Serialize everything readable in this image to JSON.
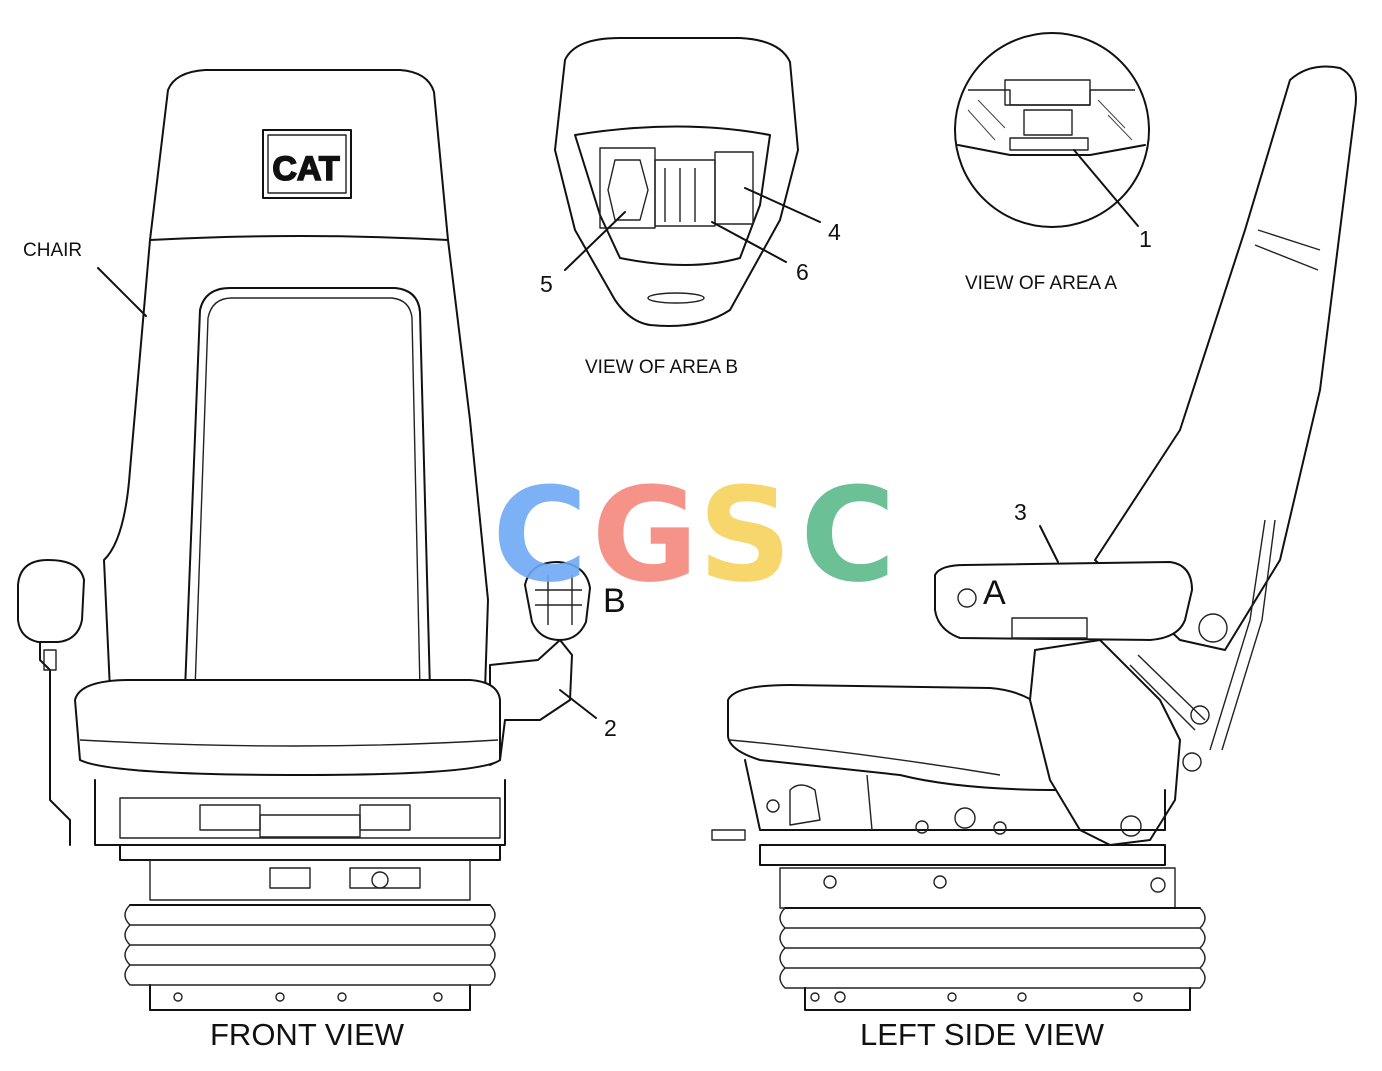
{
  "labels": {
    "chair": "CHAIR",
    "front_view": "FRONT VIEW",
    "left_side_view": "LEFT SIDE VIEW",
    "view_area_a": "VIEW OF AREA  A",
    "view_area_b": "VIEW OF AREA  B",
    "area_a_marker": "A",
    "area_b_marker": "B",
    "logo_text": "CAT"
  },
  "callouts": [
    "1",
    "2",
    "3",
    "4",
    "5",
    "6"
  ],
  "watermark": {
    "letters": [
      "C",
      "G",
      "S",
      "C"
    ],
    "colors": [
      "#6fa8f5",
      "#f4877c",
      "#f6d35b",
      "#5bb98a"
    ]
  }
}
